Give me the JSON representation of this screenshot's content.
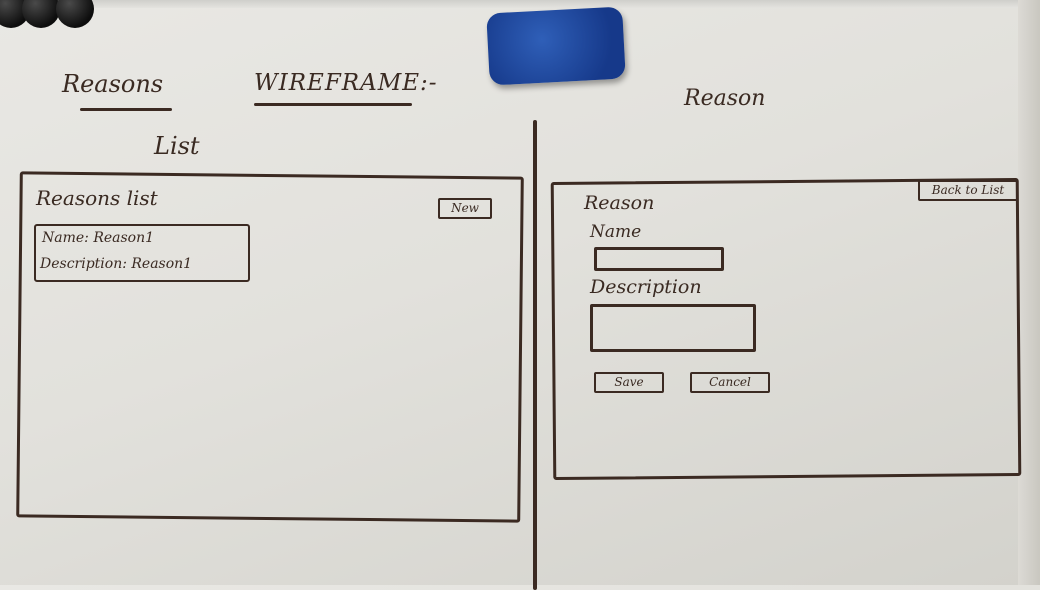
{
  "header": {
    "reasons": "Reasons",
    "wireframe": "WIREFRAME:-",
    "list": "List",
    "reason": "Reason"
  },
  "list_panel": {
    "title": "Reasons list",
    "new_label": "New",
    "item": {
      "name": "Name: Reason1",
      "description": "Description: Reason1"
    }
  },
  "form_panel": {
    "title": "Reason",
    "back_label": "Back to List",
    "name_label": "Name",
    "description_label": "Description",
    "save_label": "Save",
    "cancel_label": "Cancel"
  },
  "colors": {
    "ink": "#3b2a22",
    "eraser": "#1f4aa0",
    "board": "#e6e5e1"
  }
}
